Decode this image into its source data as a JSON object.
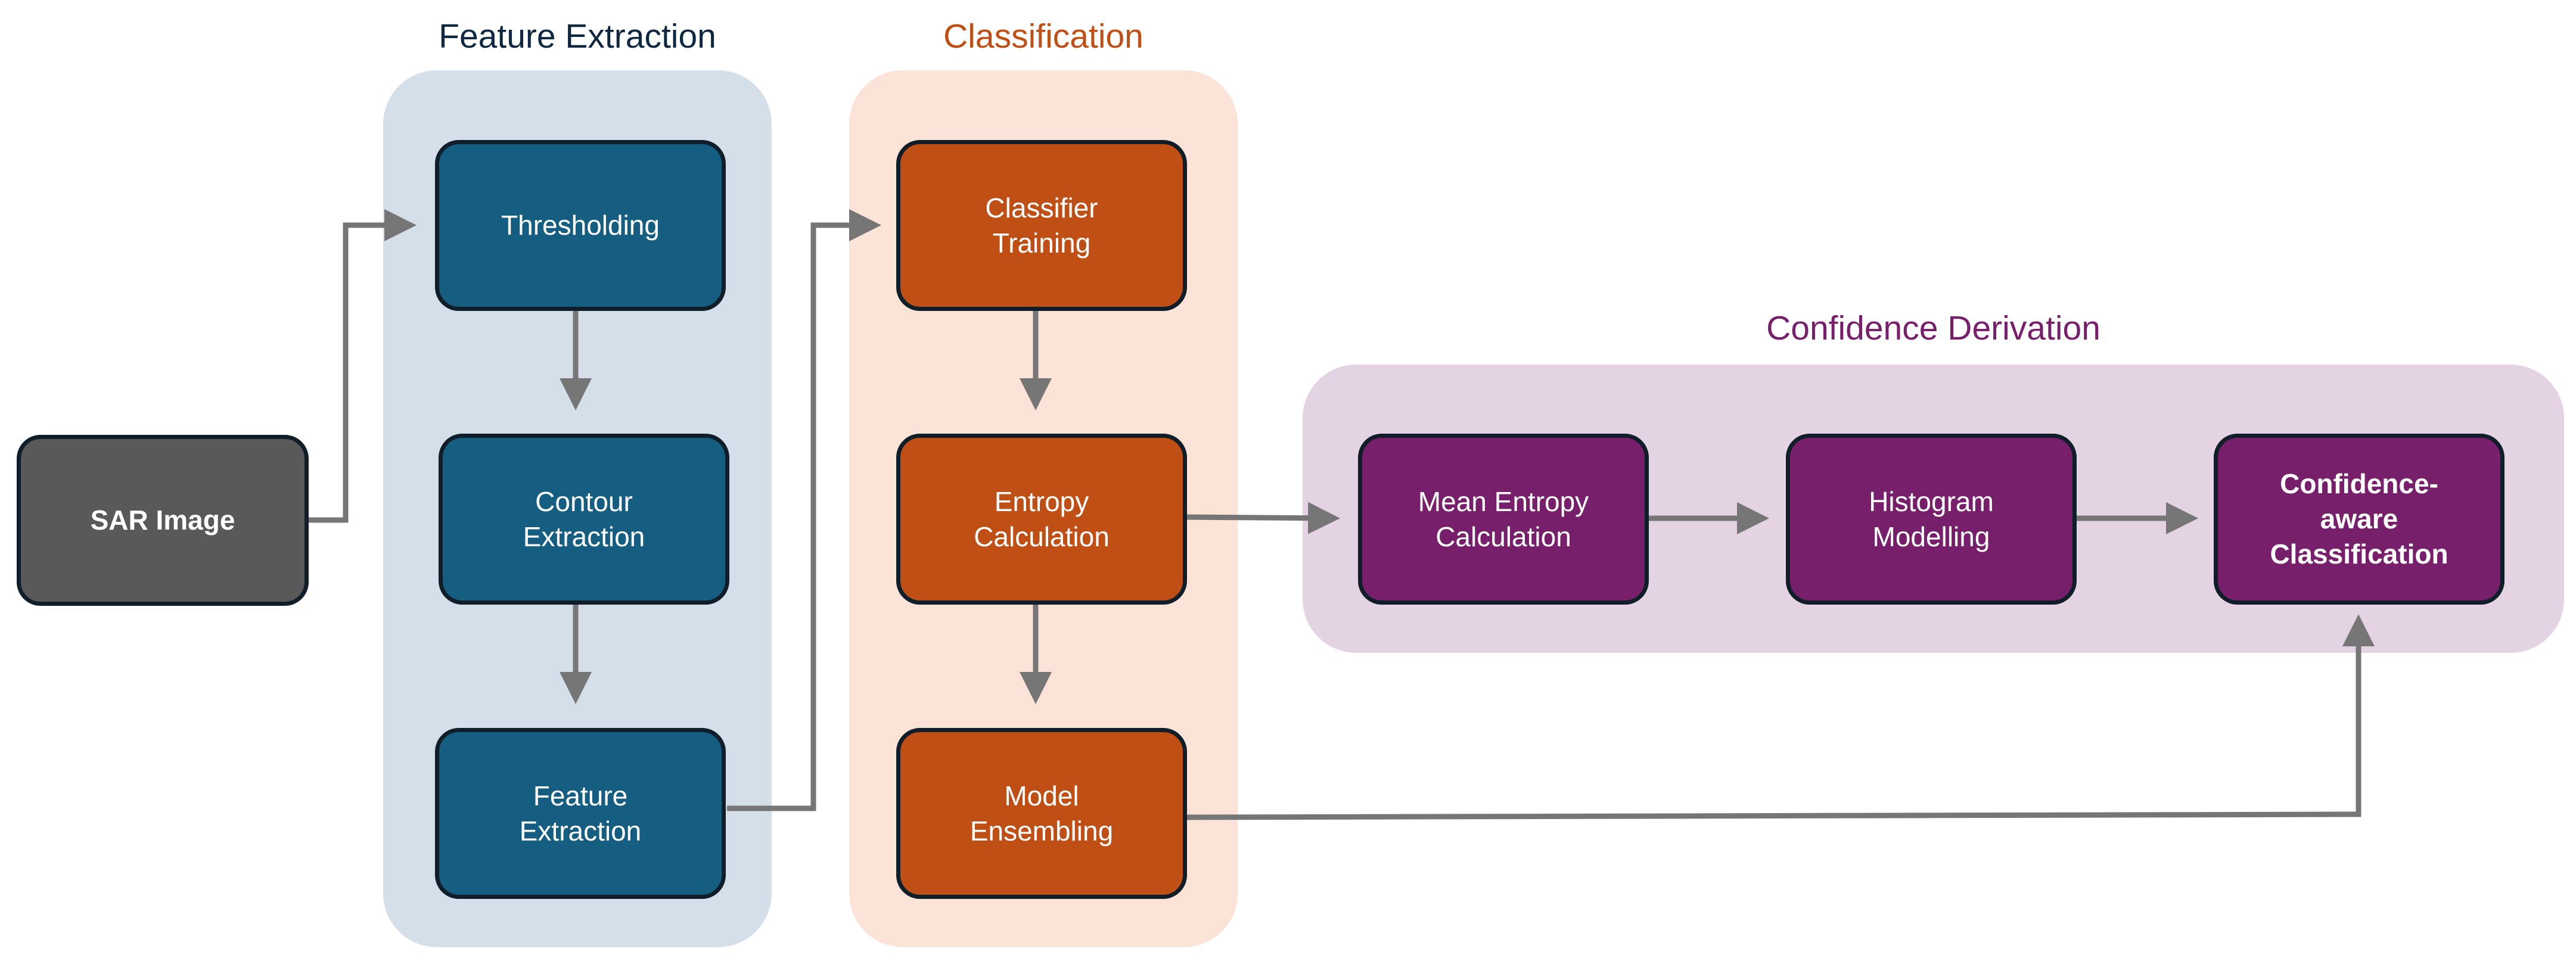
{
  "colors": {
    "feature_panel": "#d5dfea",
    "classification_panel": "#fbe3d7",
    "confidence_panel": "#e4d4e3",
    "feature_node": "#155e81",
    "classification_node": "#c04f15",
    "confidence_node": "#771f6b",
    "input_node": "#595959",
    "arrow": "#767676"
  },
  "groups": {
    "feature_extraction": {
      "title": "Feature Extraction",
      "title_color": "#0e2841"
    },
    "classification": {
      "title": "Classification",
      "title_color": "#c04f15"
    },
    "confidence_derivation": {
      "title": "Confidence Derivation",
      "title_color": "#771f6b"
    }
  },
  "nodes": {
    "sar_image": "SAR Image",
    "thresholding": "Thresholding",
    "contour_extraction": "Contour\nExtraction",
    "feature_extraction": "Feature\nExtraction",
    "classifier_training": "Classifier\nTraining",
    "entropy_calculation": "Entropy\nCalculation",
    "model_ensembling": "Model\nEnsembling",
    "mean_entropy_calculation": "Mean Entropy\nCalculation",
    "histogram_modelling": "Histogram\nModelling",
    "confidence_aware_classification": "Confidence-\naware\nClassification"
  },
  "edges": [
    {
      "from": "sar_image",
      "to": "thresholding"
    },
    {
      "from": "thresholding",
      "to": "contour_extraction"
    },
    {
      "from": "contour_extraction",
      "to": "feature_extraction"
    },
    {
      "from": "feature_extraction",
      "to": "classifier_training"
    },
    {
      "from": "classifier_training",
      "to": "entropy_calculation"
    },
    {
      "from": "entropy_calculation",
      "to": "model_ensembling"
    },
    {
      "from": "entropy_calculation",
      "to": "mean_entropy_calculation"
    },
    {
      "from": "mean_entropy_calculation",
      "to": "histogram_modelling"
    },
    {
      "from": "histogram_modelling",
      "to": "confidence_aware_classification"
    },
    {
      "from": "model_ensembling",
      "to": "confidence_aware_classification"
    }
  ]
}
